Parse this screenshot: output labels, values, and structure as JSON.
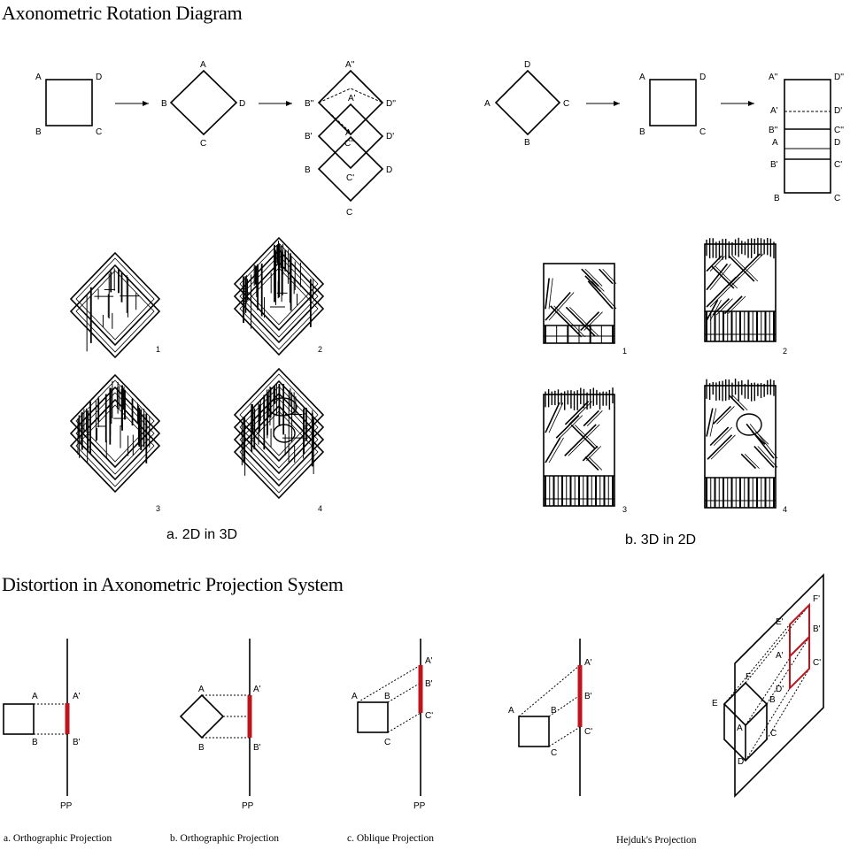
{
  "titles": {
    "rotation": "Axonometric Rotation Diagram",
    "distortion": "Distortion in Axonometric Projection System"
  },
  "captions": {
    "a": "a. 2D in 3D",
    "b": "b. 3D in 2D",
    "ortho_a": "a. Orthographic Projection",
    "ortho_b": "b. Orthographic Projection",
    "oblique": "c. Oblique Projection",
    "hejduk": "Hejduk's Projection"
  },
  "pp_label": "PP",
  "model_numbers": [
    "1",
    "2",
    "3",
    "4"
  ],
  "colors": {
    "line": "#000000",
    "accent": "#c0141c",
    "background": "#ffffff"
  }
}
